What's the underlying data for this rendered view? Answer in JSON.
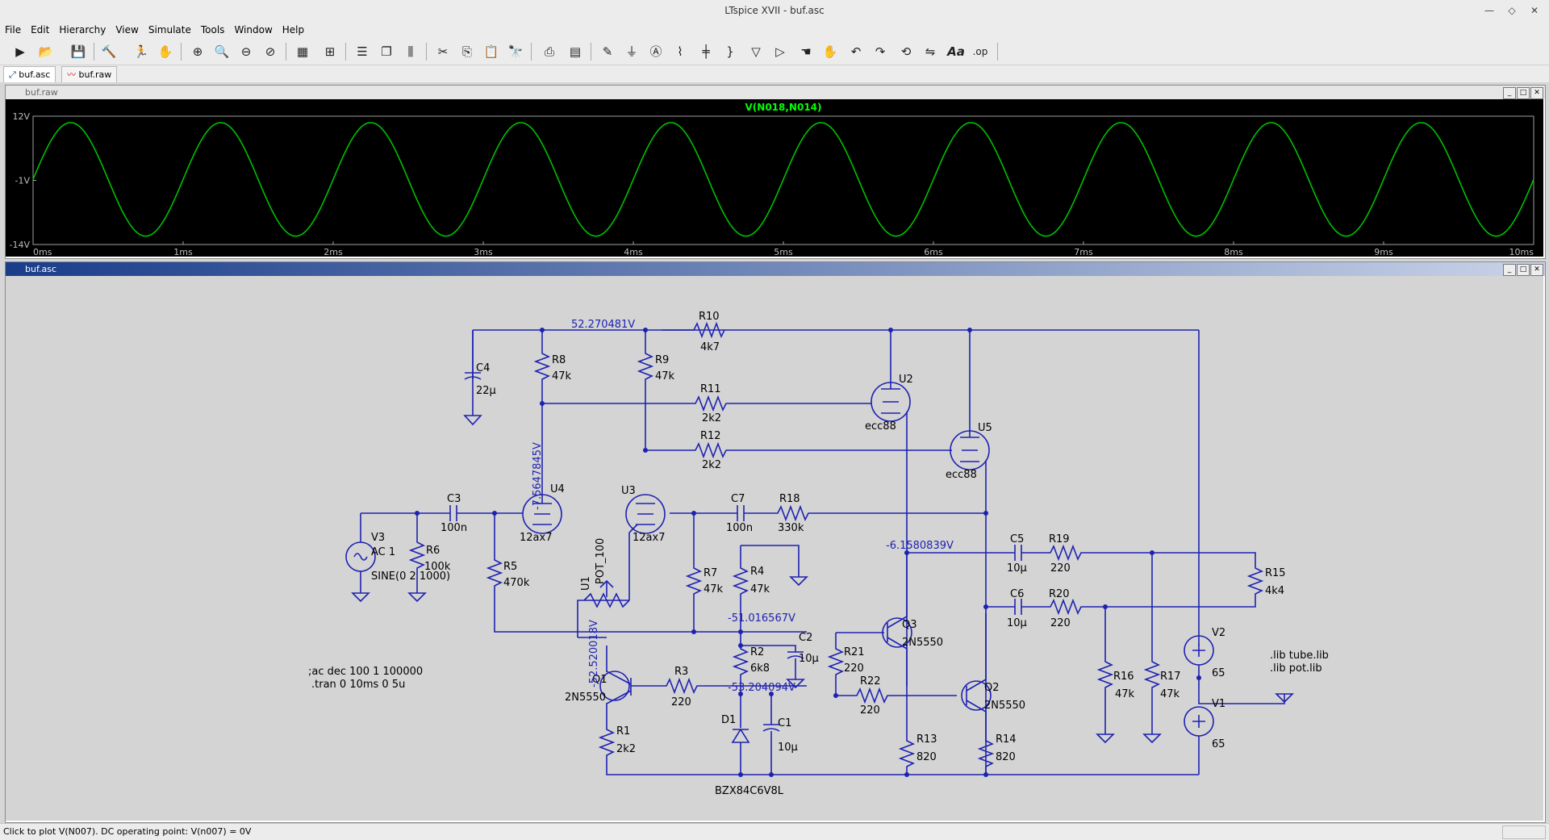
{
  "window": {
    "title": "LTspice XVII - buf.asc"
  },
  "menu": [
    "File",
    "Edit",
    "Hierarchy",
    "View",
    "Simulate",
    "Tools",
    "Window",
    "Help"
  ],
  "toolbar_icons": [
    "run-icon",
    "open-icon",
    "save-icon",
    "control-panel-icon",
    "halt-icon",
    "hand-icon",
    "zoom-in-icon",
    "zoom-area-icon",
    "zoom-out-icon",
    "zoom-cancel-icon",
    "autorange-icon",
    "grid-icon",
    "tile-horizontal-icon",
    "cascade-icon",
    "tile-vertical-icon",
    "cut-icon",
    "copy-icon",
    "paste-icon",
    "find-icon",
    "print-icon",
    "print-preview-icon",
    "wire-icon",
    "ground-icon",
    "label-net-icon",
    "resistor-icon",
    "capacitor-icon",
    "inductor-icon",
    "diode-icon",
    "component-icon",
    "move-icon",
    "drag-icon",
    "undo-icon",
    "redo-icon",
    "rotate-icon",
    "mirror-icon",
    "text-icon",
    "spice-directive-icon"
  ],
  "tabs": [
    {
      "label": "buf.asc"
    },
    {
      "label": "buf.raw"
    }
  ],
  "plot_window": {
    "caption": "buf.raw",
    "trace_name": "V(N018,N014)",
    "trace_color": "#00c000",
    "y_ticks": [
      "12V",
      "-1V",
      "-14V"
    ],
    "x_ticks": [
      "0ms",
      "1ms",
      "2ms",
      "3ms",
      "4ms",
      "5ms",
      "6ms",
      "7ms",
      "8ms",
      "9ms",
      "10ms"
    ]
  },
  "chart_data": {
    "type": "line",
    "x_unit": "ms",
    "xlim": [
      0,
      10
    ],
    "ylim": [
      -14,
      12
    ],
    "series": [
      {
        "name": "V(N018,N014)",
        "waveform": "sine",
        "frequency_hz": 1000,
        "amplitude_v": 11.5,
        "offset_v": -0.8
      }
    ],
    "y_ticks": [
      12,
      -1,
      -14
    ],
    "x_ticks": [
      0,
      1,
      2,
      3,
      4,
      5,
      6,
      7,
      8,
      9,
      10
    ],
    "grid": false,
    "background": "#000000"
  },
  "schematic_window": {
    "caption": "buf.asc",
    "net_labels": {
      "v_top": "52.270481V",
      "v_u4": "-7.5647845V",
      "v_q3": "-6.1580839V",
      "v_r4": "-51.016567V",
      "v_pot": "-52.520018V",
      "v_r3": "-53.204094V"
    },
    "components": {
      "R10": [
        "R10",
        "4k7"
      ],
      "R8": [
        "R8",
        "47k"
      ],
      "R9": [
        "R9",
        "47k"
      ],
      "C4": [
        "C4",
        "22µ"
      ],
      "R11": [
        "R11",
        "2k2"
      ],
      "R12": [
        "R12",
        "2k2"
      ],
      "U2": [
        "U2",
        "ecc88"
      ],
      "U5": [
        "U5",
        "ecc88"
      ],
      "U4": [
        "U4",
        "12ax7"
      ],
      "U3": [
        "U3",
        "12ax7"
      ],
      "C3": [
        "C3",
        "100n"
      ],
      "C7": [
        "C7",
        "100n"
      ],
      "R18": [
        "R18",
        "330k"
      ],
      "V3": [
        "V3",
        "AC 1"
      ],
      "V3_sine": "SINE(0 2 1000)",
      "R6": [
        "R6",
        "100k"
      ],
      "R5": [
        "R5",
        "470k"
      ],
      "U1": [
        "U1",
        "POT_100"
      ],
      "R7": [
        "R7",
        "47k"
      ],
      "R4": [
        "R4",
        "47k"
      ],
      "C2": [
        "C2",
        "10µ"
      ],
      "R2": [
        "R2",
        "6k8"
      ],
      "R21": [
        "R21",
        "220"
      ],
      "R22": [
        "R22",
        "220"
      ],
      "Q3": [
        "Q3",
        "2N5550"
      ],
      "Q1": [
        "Q1",
        "2N5550"
      ],
      "Q2": [
        "Q2",
        "2N5550"
      ],
      "R3": [
        "R3",
        "220"
      ],
      "R1": [
        "R1",
        "2k2"
      ],
      "D1": [
        "D1",
        "BZX84C6V8L"
      ],
      "C1": [
        "C1",
        "10µ"
      ],
      "R13": [
        "R13",
        "820"
      ],
      "R14": [
        "R14",
        "820"
      ],
      "C5": [
        "C5",
        "10µ"
      ],
      "R19": [
        "R19",
        "220"
      ],
      "C6": [
        "C6",
        "10µ"
      ],
      "R20": [
        "R20",
        "220"
      ],
      "R15": [
        "R15",
        "4k4"
      ],
      "R16": [
        "R16",
        "47k"
      ],
      "R17": [
        "R17",
        "47k"
      ],
      "V2": [
        "V2",
        "65"
      ],
      "V1": [
        "V1",
        "65"
      ]
    },
    "directives": [
      ";ac dec 100 1 100000",
      ".tran 0 10ms 0 5u",
      ".lib tube.lib",
      ".lib pot.lib"
    ]
  },
  "status": {
    "text": "Click to plot V(N007).  DC operating point: V(n007) = 0V"
  }
}
